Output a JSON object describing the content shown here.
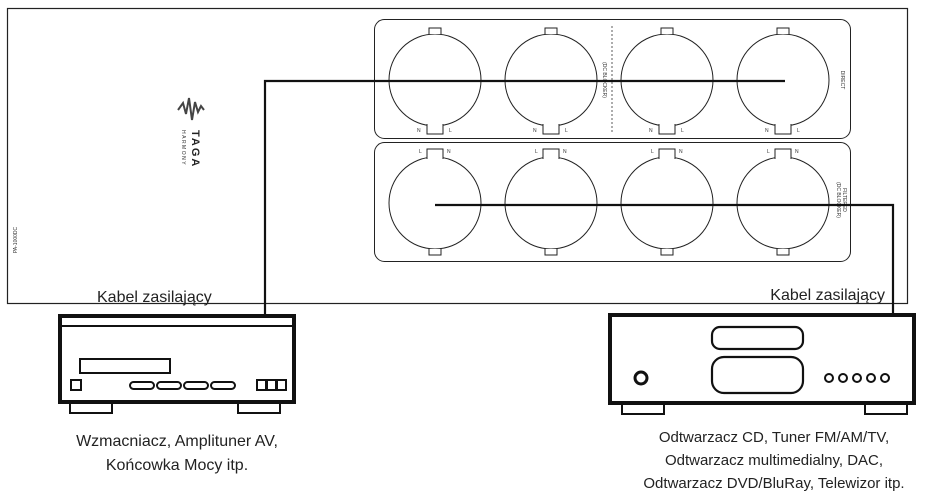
{
  "brand": {
    "name": "TAGA",
    "subname": "HARMONY"
  },
  "model": "PA-1000DC",
  "panel_labels": {
    "direct": "DIRECT",
    "dc_blocker_top": "(DC BLOCKER)",
    "filtered": "FILTERED",
    "dc_blocker_bottom": "(DC BLOCKER)"
  },
  "outlet_pin_labels": {
    "line": "L",
    "neutral": "N"
  },
  "cable_left_label": "Kabel zasilający",
  "cable_right_label": "Kabel zasilający",
  "left_device": {
    "caption_lines": [
      "Wzmacniacz, Amplituner AV,",
      "Końcowka Mocy itp."
    ]
  },
  "right_device": {
    "caption_lines": [
      "Odtwarzacz CD, Tuner FM/AM/TV,",
      "Odtwarzacz multimedialny, DAC,",
      "Odtwarzacz DVD/BluRay, Telewizor itp."
    ]
  }
}
